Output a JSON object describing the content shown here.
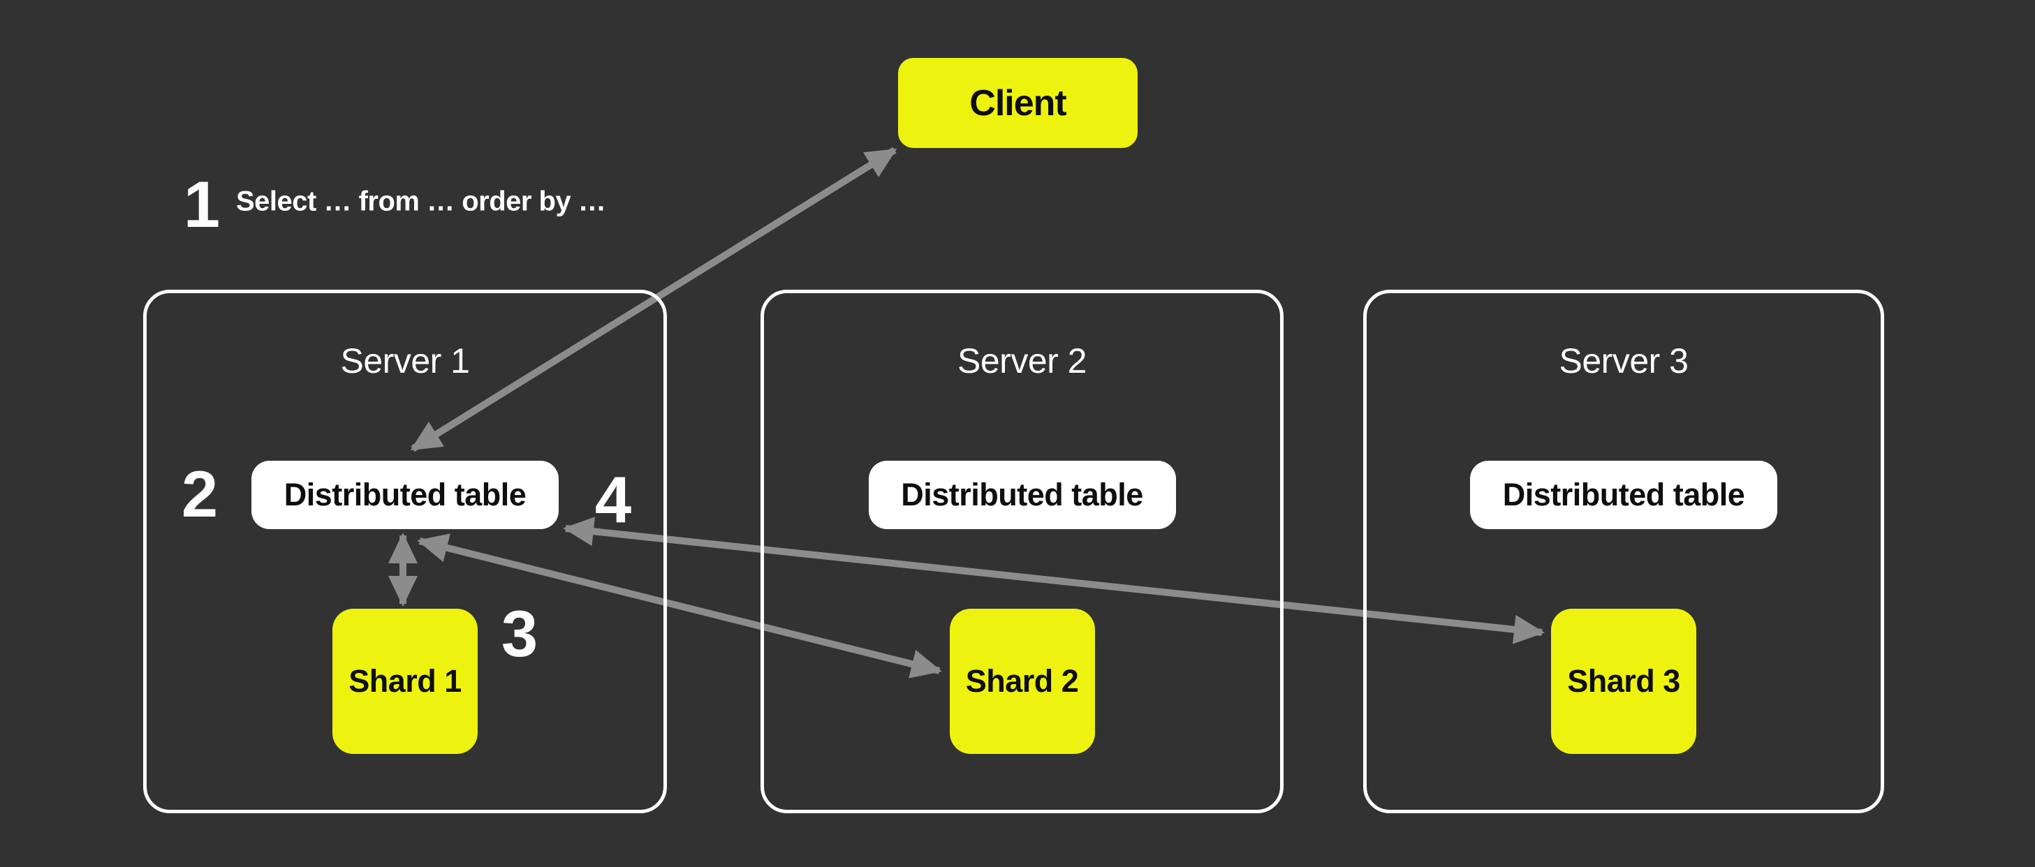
{
  "diagram": {
    "type": "distributed-query-flow",
    "colors": {
      "background": "#323232",
      "accent_yellow": "#EDF30E",
      "box_white": "#FFFFFF",
      "arrow_gray": "#8C8C8C",
      "text_dark": "#0E0E0E",
      "text_light": "#FFFFFF"
    }
  },
  "client": {
    "label": "Client"
  },
  "steps": {
    "step1": {
      "number": "1",
      "text": "Select … from … order by …"
    },
    "step2": {
      "number": "2"
    },
    "step3": {
      "number": "3"
    },
    "step4": {
      "number": "4"
    }
  },
  "servers": [
    {
      "title": "Server 1",
      "table_label": "Distributed table",
      "shard_label": "Shard 1"
    },
    {
      "title": "Server 2",
      "table_label": "Distributed table",
      "shard_label": "Shard 2"
    },
    {
      "title": "Server 3",
      "table_label": "Distributed table",
      "shard_label": "Shard 3"
    }
  ],
  "arrows": [
    {
      "name": "client-distributed-table-1",
      "bidirectional": true
    },
    {
      "name": "distributed-table-1-shard-1",
      "bidirectional": true
    },
    {
      "name": "distributed-table-1-shard-2",
      "bidirectional": true
    },
    {
      "name": "distributed-table-1-shard-3",
      "bidirectional": true
    }
  ]
}
